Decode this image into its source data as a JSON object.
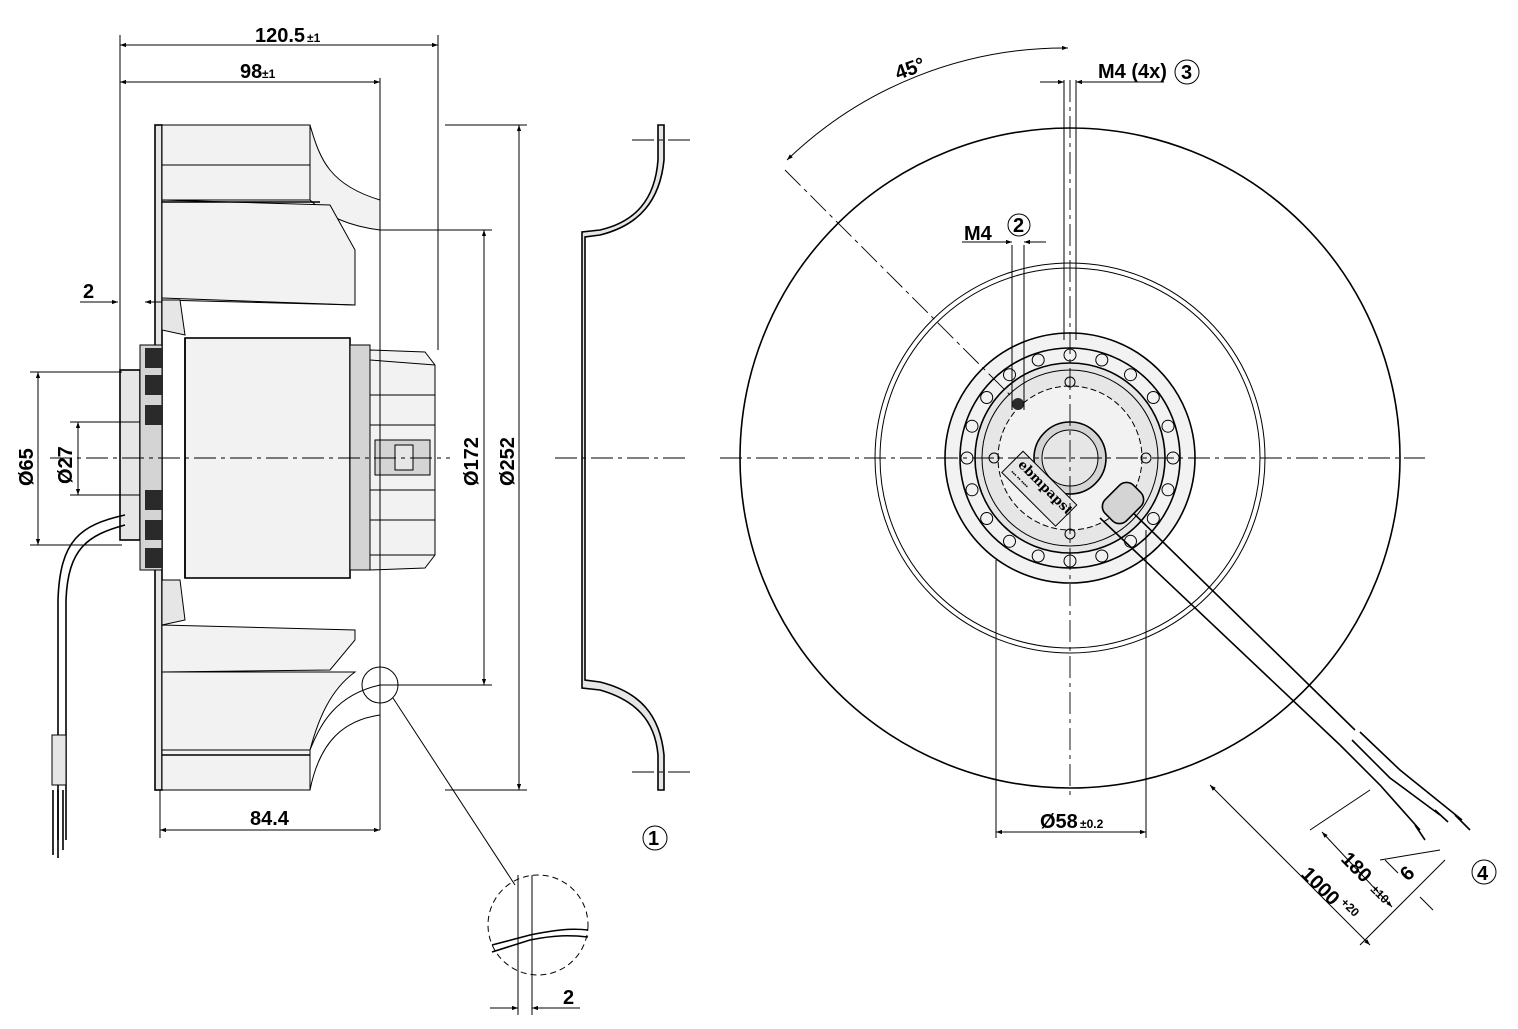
{
  "dimensions": {
    "overall_length": "120.5",
    "overall_length_tol": "±1",
    "length_98": "98",
    "length_98_tol": "±1",
    "flange_thickness": "2",
    "shaft_dia_65": "Ø65",
    "shaft_dia_27": "Ø27",
    "inlet_dia": "Ø172",
    "outer_dia": "Ø252",
    "width_84": "84.4",
    "detail_thickness": "2",
    "bore_dia": "Ø58",
    "bore_dia_tol": "±0.2",
    "angle": "45°",
    "thread_4x": "M4 (4x)",
    "thread_single": "M4",
    "strip_length": "180",
    "strip_length_tol": "±10",
    "cable_length": "1000",
    "cable_length_tol": "+20",
    "wire_end": "6"
  },
  "callouts": {
    "c1": "1",
    "c2": "2",
    "c3": "3",
    "c4": "4"
  },
  "label": {
    "brand": "ebmpapst"
  }
}
